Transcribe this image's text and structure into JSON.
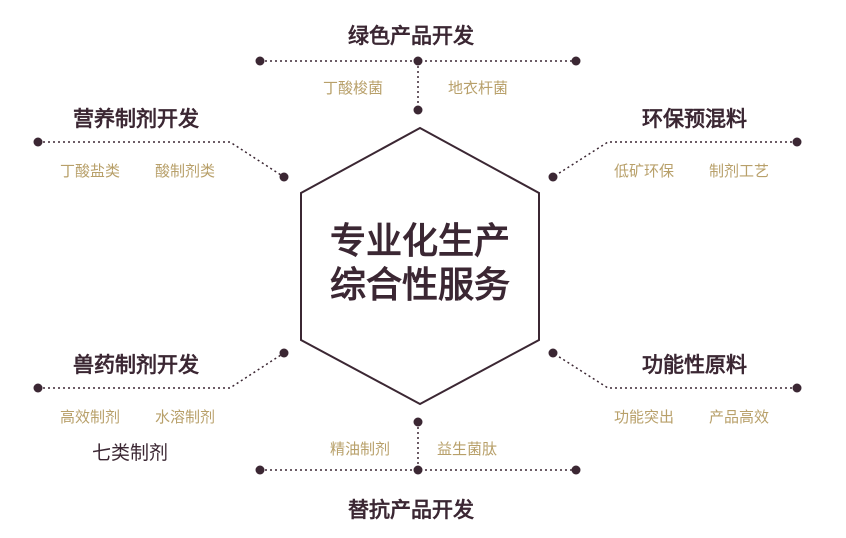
{
  "center": {
    "line1": "专业化生产",
    "line2": "综合性服务"
  },
  "branches": {
    "top": {
      "title": "绿色产品开发",
      "items": [
        "丁酸梭菌",
        "地衣杆菌"
      ]
    },
    "top_left": {
      "title": "营养制剂开发",
      "items": [
        "丁酸盐类",
        "酸制剂类"
      ]
    },
    "top_right": {
      "title": "环保预混料",
      "items": [
        "低矿环保",
        "制剂工艺"
      ]
    },
    "bottom_left": {
      "title": "兽药制剂开发",
      "items": [
        "高效制剂",
        "水溶制剂"
      ],
      "extra": "七类制剂"
    },
    "bottom_right": {
      "title": "功能性原料",
      "items": [
        "功能突出",
        "产品高效"
      ]
    },
    "bottom": {
      "title": "替抗产品开发",
      "items": [
        "精油制剂",
        "益生菌肽"
      ]
    }
  },
  "colors": {
    "line": "#3b2733",
    "heading": "#3b2733",
    "item": "#b8a06a",
    "background": "#ffffff"
  }
}
